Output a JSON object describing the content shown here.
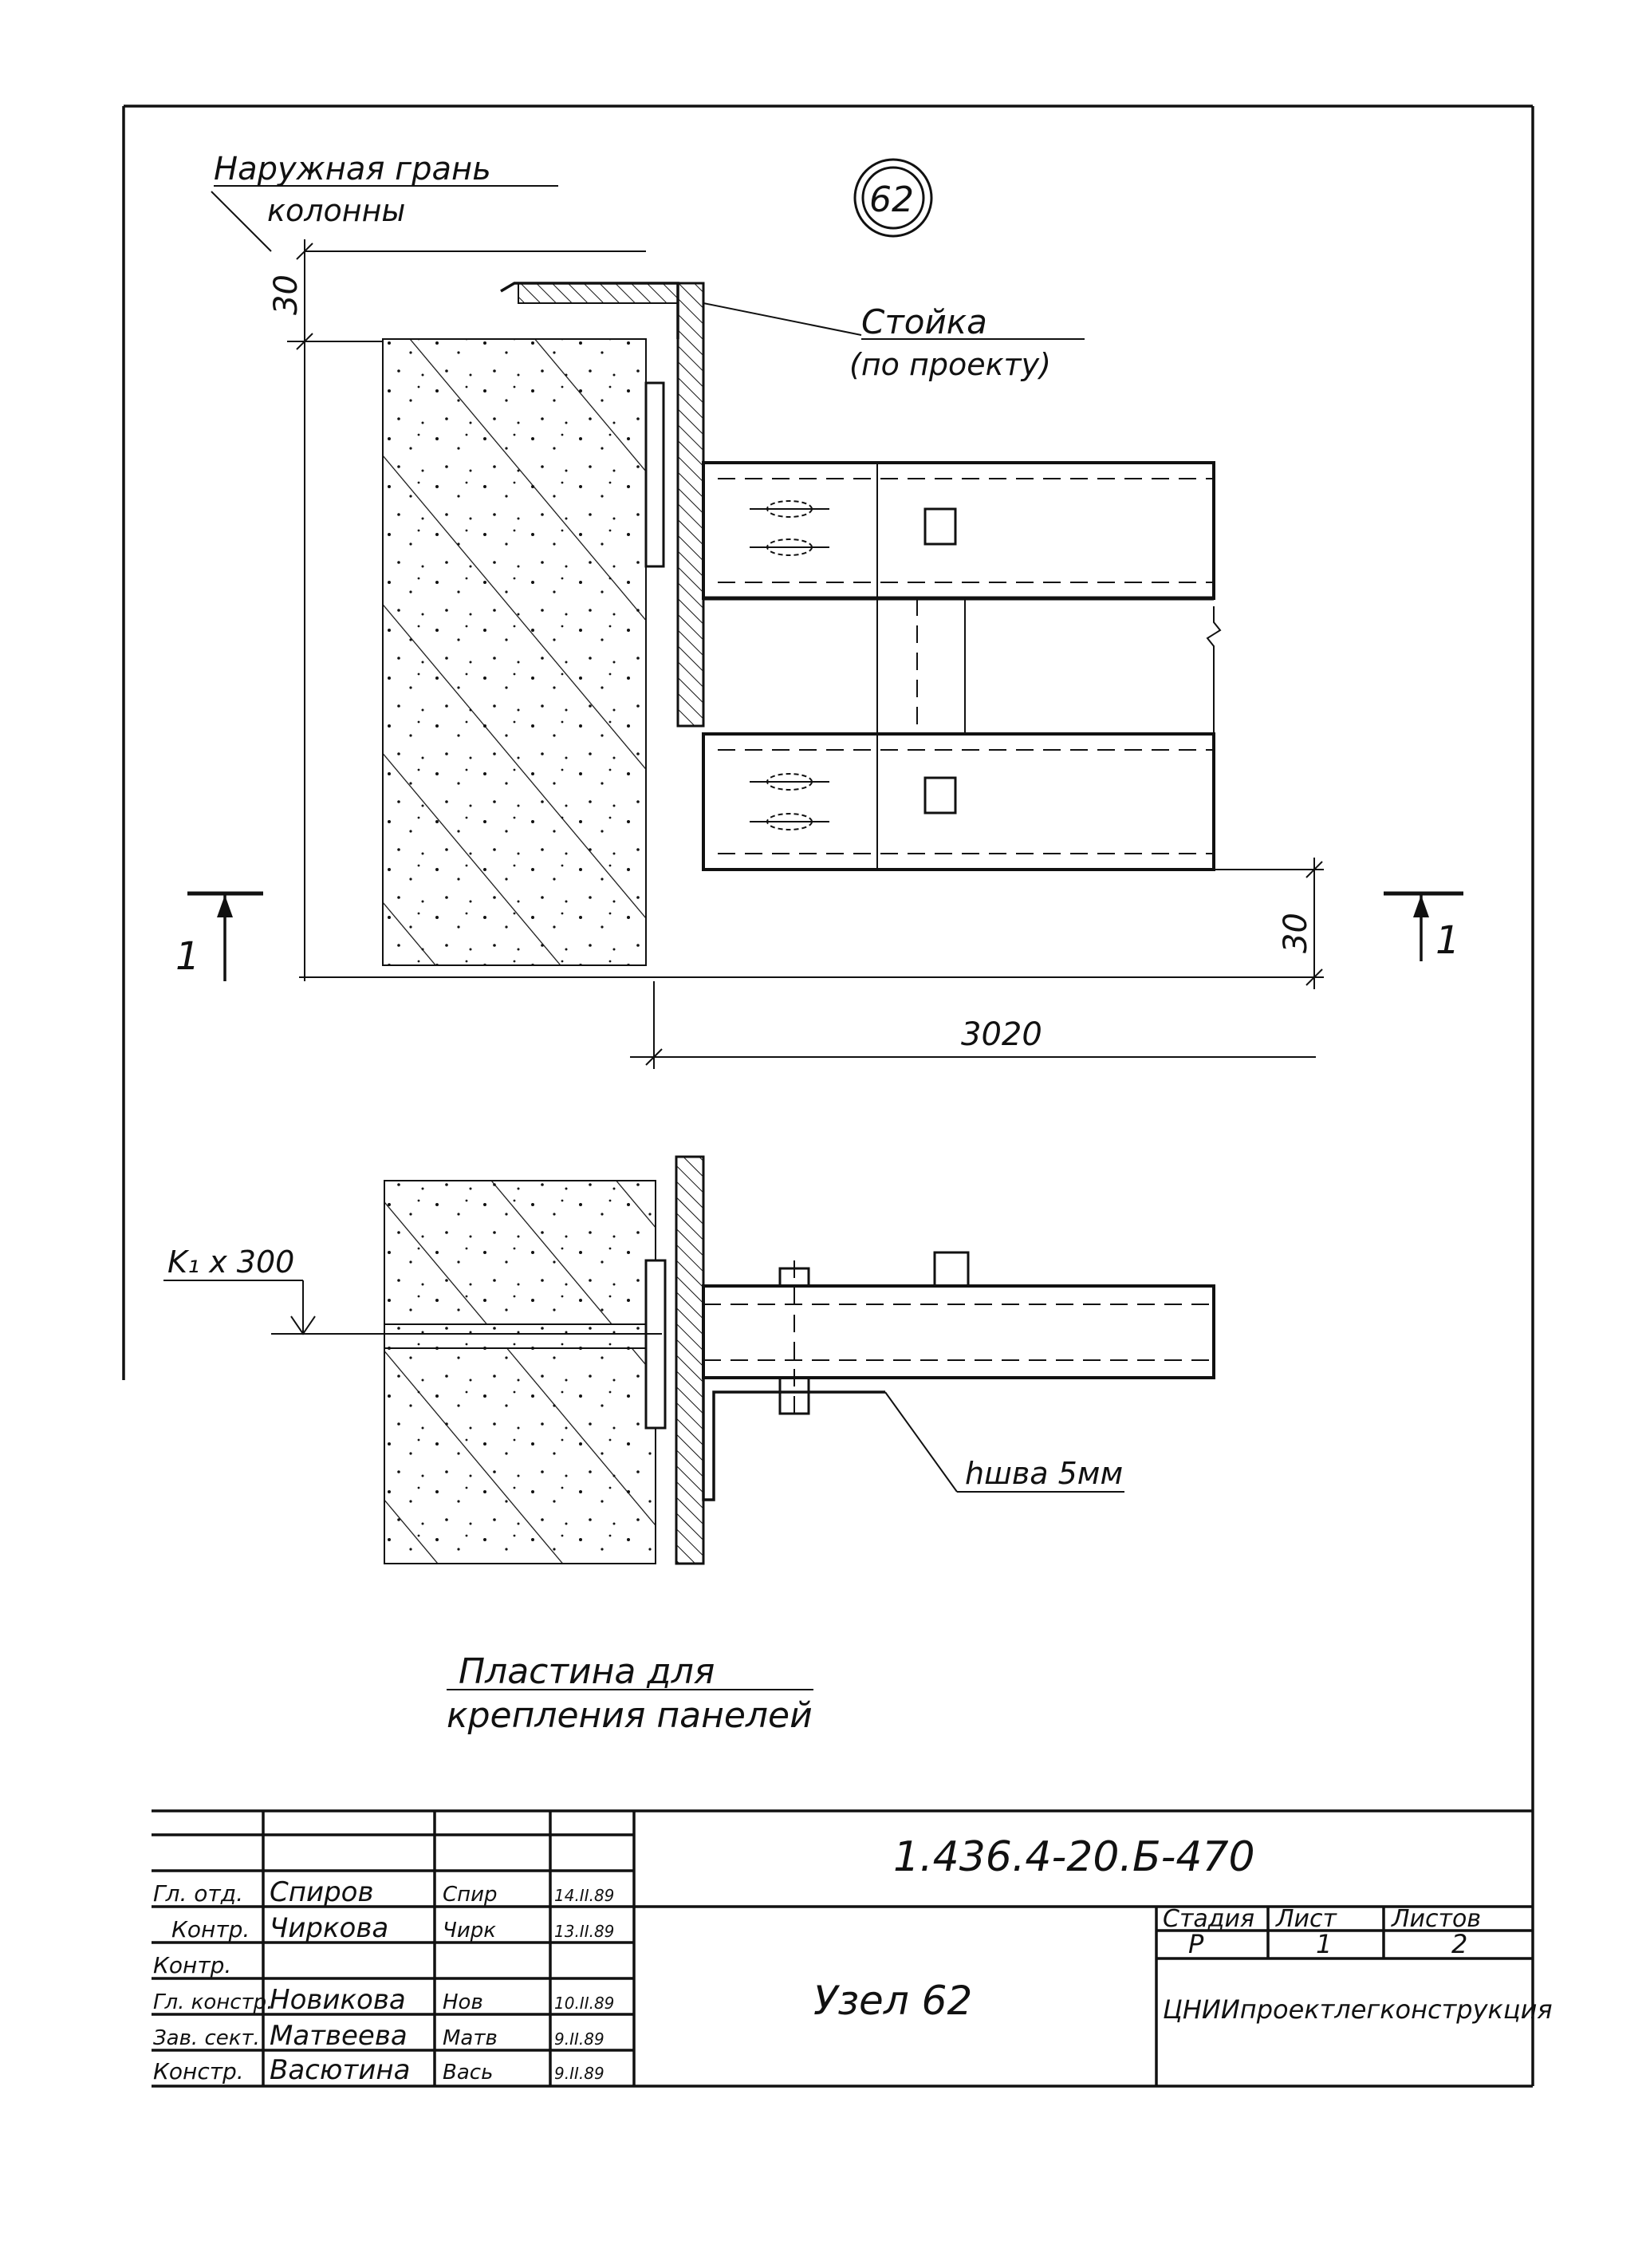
{
  "node": {
    "number": "62"
  },
  "labels": {
    "outer_face_line1": "Наружная грань",
    "outer_face_line2": "колонны",
    "post_line1": "Стойка",
    "post_line2": "(по проекту)",
    "plate_line1": "Пластина для",
    "plate_line2": "крепления панелей",
    "weld": "hшва 5мм",
    "level_mark": "K₁ x 300"
  },
  "dimensions": {
    "top_offset": "30",
    "bottom_offset": "30",
    "length": "3020"
  },
  "section": {
    "left": "1",
    "right": "1"
  },
  "title_block": {
    "code": "1.436.4-20.Б-470",
    "name": "Узел 62",
    "organization": "ЦНИИпроектлегконструкция",
    "stage_header": "Стадия",
    "sheet_header": "Лист",
    "sheets_header": "Листов",
    "stage": "Р",
    "sheet": "1",
    "sheets": "2",
    "rows": [
      {
        "role": "Гл. отд.",
        "name": "Спиров",
        "sign": "Спир",
        "date": "14.II.89"
      },
      {
        "role": "Контр.",
        "name": "Чиркова",
        "sign": "Чирк",
        "date": "13.II.89"
      },
      {
        "role": "Контр.",
        "name": "",
        "sign": "",
        "date": ""
      },
      {
        "role": "Гл. констр.",
        "name": "Новикова",
        "sign": "Нов",
        "date": "10.II.89"
      },
      {
        "role": "Зав. сект.",
        "name": "Матвеева",
        "sign": "Матв",
        "date": "9.II.89"
      },
      {
        "role": "Констр.",
        "name": "Васютина",
        "sign": "Вась",
        "date": "9.II.89"
      }
    ]
  }
}
